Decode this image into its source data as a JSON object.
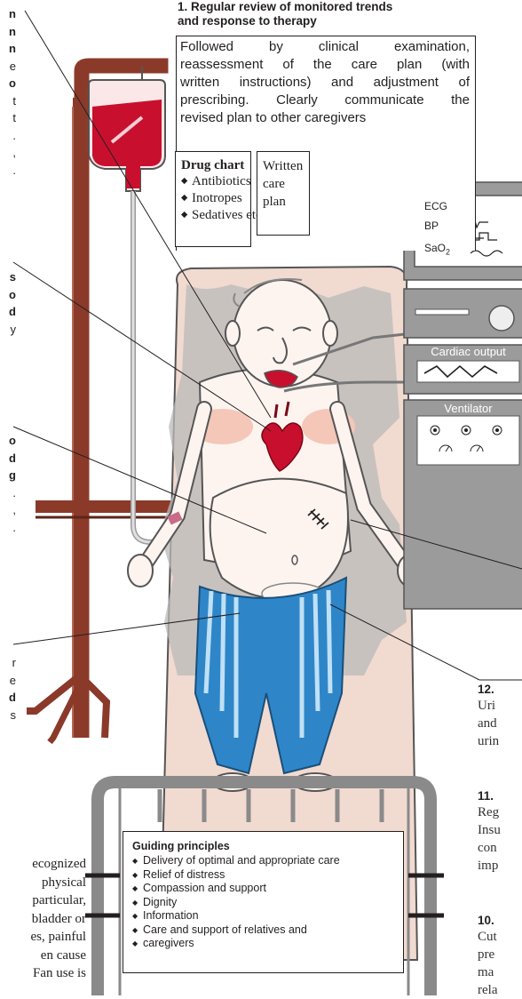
{
  "section1": {
    "title_line1": "1. Regular review of monitored trends",
    "title_line2": "and response to therapy",
    "body_lines": [
      "Followed by clinical examination,",
      "reassessment of the care plan (with",
      "written instructions) and adjustment of",
      "prescribing. Clearly communicate the",
      "revised plan to other caregivers"
    ]
  },
  "drug_chart": {
    "title": "Drug chart",
    "items": [
      "Antibiotics",
      "Inotropes",
      "Sedatives etc."
    ]
  },
  "care_plan": {
    "lines": [
      "Written",
      "care",
      "plan"
    ]
  },
  "monitors": {
    "labels": {
      "ecg": "ECG",
      "bp": "BP",
      "sao2_main": "SaO",
      "sao2_sub": "2"
    },
    "cardiac_output_label": "Cardiac output",
    "ventilator_label": "Ventilator"
  },
  "guiding_principles": {
    "title": "Guiding principles",
    "items": [
      "Delivery of optimal and appropriate care",
      "Relief of distress",
      "Compassion and support",
      "Dignity",
      "Information",
      "Care and support of relatives and",
      "caregivers"
    ]
  },
  "left_fragments": {
    "group1": [
      "n",
      "n",
      "n",
      "e",
      "o",
      "t",
      "t",
      ".",
      ",",
      "."
    ],
    "group2": [
      "s",
      "o",
      "d",
      "y"
    ],
    "group3": [
      "o",
      "d",
      "g",
      ".",
      ",",
      "."
    ],
    "group4": [
      "r",
      "e",
      "d",
      "s"
    ]
  },
  "bottom_left": {
    "lines": [
      "ecognized",
      "physical",
      "particular,",
      "bladder or",
      "es, painful",
      "en cause",
      "Fan use is"
    ]
  },
  "right_fragments": [
    {
      "number": "12.",
      "lines": [
        "Uri",
        "and",
        "urin"
      ]
    },
    {
      "number": "11.",
      "lines": [
        "Reg",
        "Insu",
        "con",
        "imp"
      ]
    },
    {
      "number": "10.",
      "lines": [
        "Cut",
        "pre",
        "ma",
        "rela"
      ]
    }
  ],
  "colors": {
    "blood": "#c8102e",
    "skin": "#f7d9cc",
    "skin_shadow": "#e9b7a4",
    "stand": "#8b3a2a",
    "pyjama_blue": "#2e86c8",
    "bed_grey": "#8a8a8a",
    "sheet_shadow": "#b9b9b9",
    "mattress": "#f1dad0"
  }
}
